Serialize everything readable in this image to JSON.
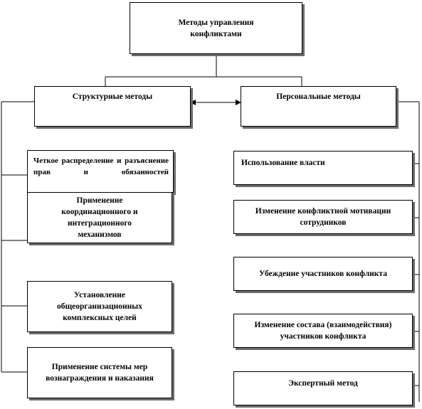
{
  "root": {
    "label": "Методы управления конфликтами"
  },
  "structural": {
    "header": "Структурные методы",
    "items": [
      "Четкое распределение и разъяснение прав и обязанностей",
      "Применение координационного и интеграционного механизмов",
      "Установление общеорганизационных комплексных целей",
      "Применение системы мер вознаграждения и наказания"
    ]
  },
  "personal": {
    "header": "Персональные методы",
    "items": [
      "Использование власти",
      "Изменение конфликтной мотивации сотрудников",
      "Убеждение участников конфликта",
      "Изменение состава (взаимодействия) участников конфликта",
      "Экспертный метод"
    ]
  }
}
